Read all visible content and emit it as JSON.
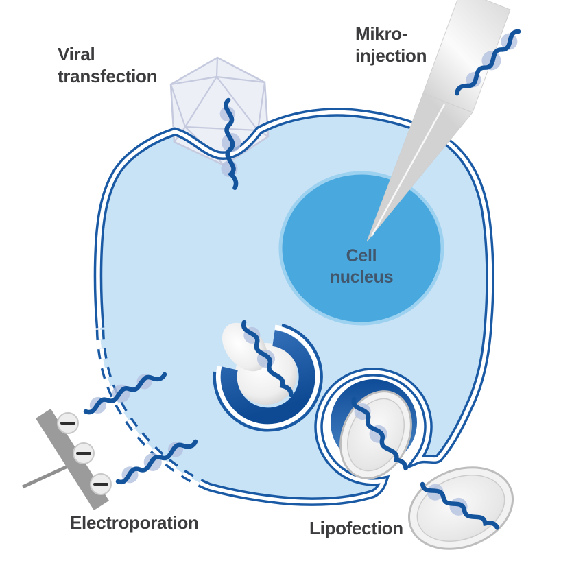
{
  "figure": {
    "description": "Cell transfection methods diagram",
    "labels": {
      "viral_transfection": "Viral\ntransfection",
      "micro_injection": "Mikro-\ninjection",
      "cell_nucleus": "Cell\nnucleus",
      "electroporation": "Electroporation",
      "lipofection": "Lipofection"
    },
    "charge_symbols": {
      "symbol": "−",
      "count": 3
    },
    "parts": [
      "virus-capsid-icon",
      "micropipette-icon",
      "dna-strand-icon",
      "cell-membrane",
      "membrane-pores-dashed",
      "cell-nucleus",
      "endosome-cup-vesicle",
      "liposome-vesicle-engulfed",
      "liposome-vesicle-outside",
      "electrode-bar-icon",
      "minus-charge-icon"
    ]
  },
  "colors": {
    "membrane": "#1a5aa5",
    "cytoplasm": "#c8e2f6",
    "nucleus": "#49a8de",
    "nucleus_ring": "#9dd1f0",
    "dna": "#14549c",
    "dna_blob": "#b3c0e0",
    "virus_fill": "#edeff7",
    "virus_edge": "#c5cade",
    "electrode": "#9b9b9b",
    "label_text": "#3c3c3e",
    "nucleus_text": "#42566c"
  }
}
